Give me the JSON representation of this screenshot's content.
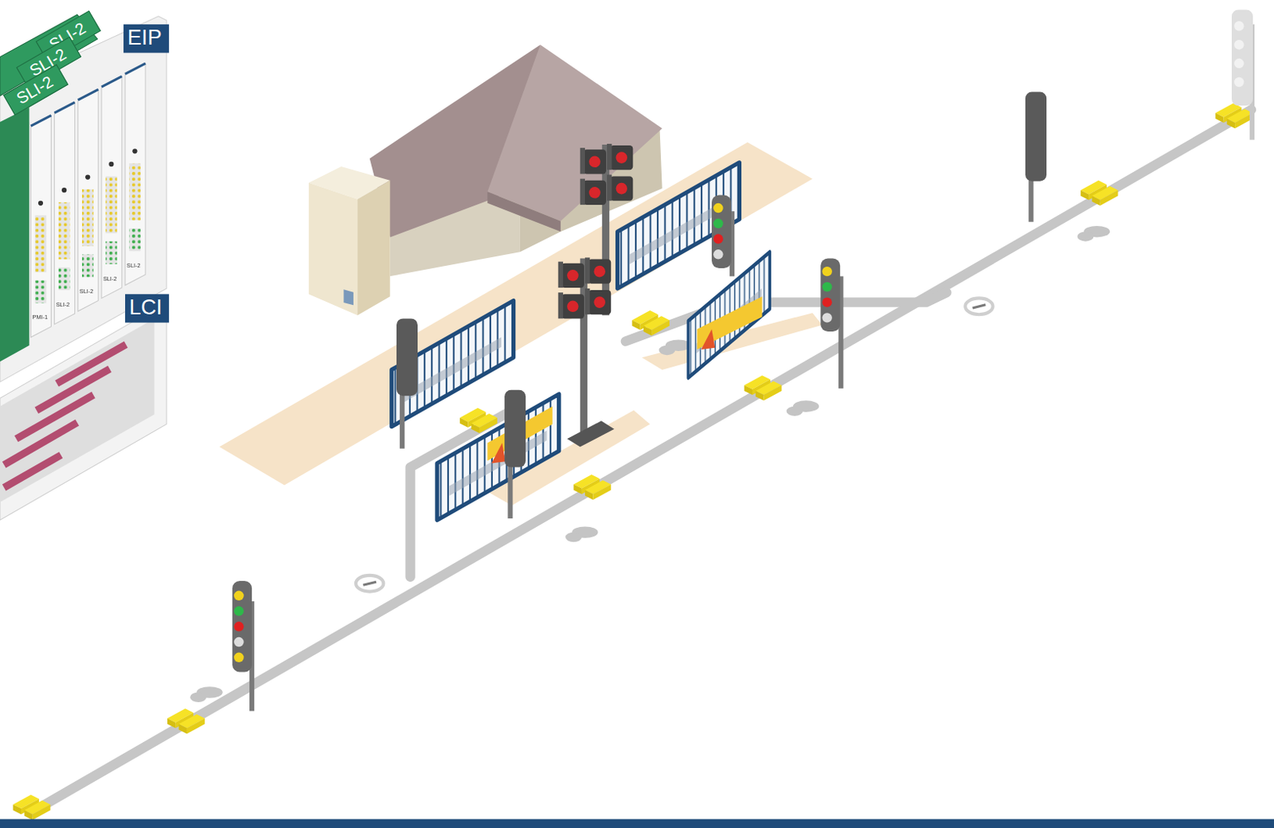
{
  "diagram": {
    "nodes": [
      {
        "text": [
          "SLI-2"
        ]
      },
      {
        "text": [
          "SLI-2"
        ]
      },
      {
        "text": [
          "SLI-2"
        ]
      },
      {
        "text": [
          "EIP"
        ]
      },
      {
        "text": [
          "LCI"
        ]
      }
    ],
    "labels": [
      "PMI-1",
      "SLI-2",
      "SLI-2",
      "SLI-2",
      "SLI-2"
    ]
  }
}
